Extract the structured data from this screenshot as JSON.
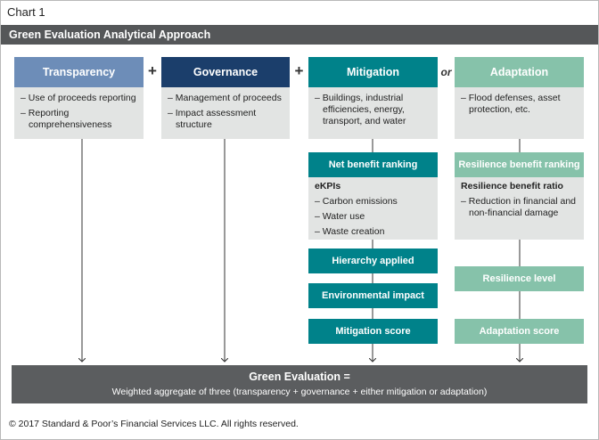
{
  "chart_label": "Chart 1",
  "title": "Green Evaluation Analytical Approach",
  "columns": {
    "transparency": {
      "header": "Transparency",
      "items": [
        "Use of proceeds reporting",
        "Reporting comprehensiveness"
      ]
    },
    "governance": {
      "header": "Governance",
      "items": [
        "Management of proceeds",
        "Impact assessment structure"
      ]
    },
    "mitigation": {
      "header": "Mitigation",
      "items": [
        "Buildings, industrial efficiencies, energy, transport, and water"
      ]
    },
    "adaptation": {
      "header": "Adaptation",
      "items": [
        "Flood defenses, asset protection, etc."
      ]
    }
  },
  "operators": {
    "plus1": "+",
    "plus2": "+",
    "or": "or"
  },
  "mitigation_flow": {
    "ranking": "Net benefit ranking",
    "subtitle": "eKPIs",
    "items": [
      "Carbon emissions",
      "Water use",
      "Waste creation"
    ],
    "steps": [
      "Hierarchy applied",
      "Environmental impact",
      "Mitigation score"
    ]
  },
  "adaptation_flow": {
    "ranking": "Resilience benefit ranking",
    "subtitle": "Resilience benefit ratio",
    "items": [
      "Reduction in financial and non-financial damage"
    ],
    "steps": [
      "Resilience level",
      "Adaptation score"
    ]
  },
  "green_evaluation": {
    "title": "Green Evaluation =",
    "subtitle": "Weighted aggregate of three (transparency + governance + either mitigation or adaptation)"
  },
  "footer": "© 2017 Standard & Poor’s Financial Services LLC. All rights reserved.",
  "colors": {
    "transparency": "#6d8db8",
    "governance": "#1b3e6b",
    "mitigation": "#00828a",
    "adaptation": "#86c2aa",
    "title_bar": "#555759",
    "body_fill": "#e2e4e3"
  }
}
